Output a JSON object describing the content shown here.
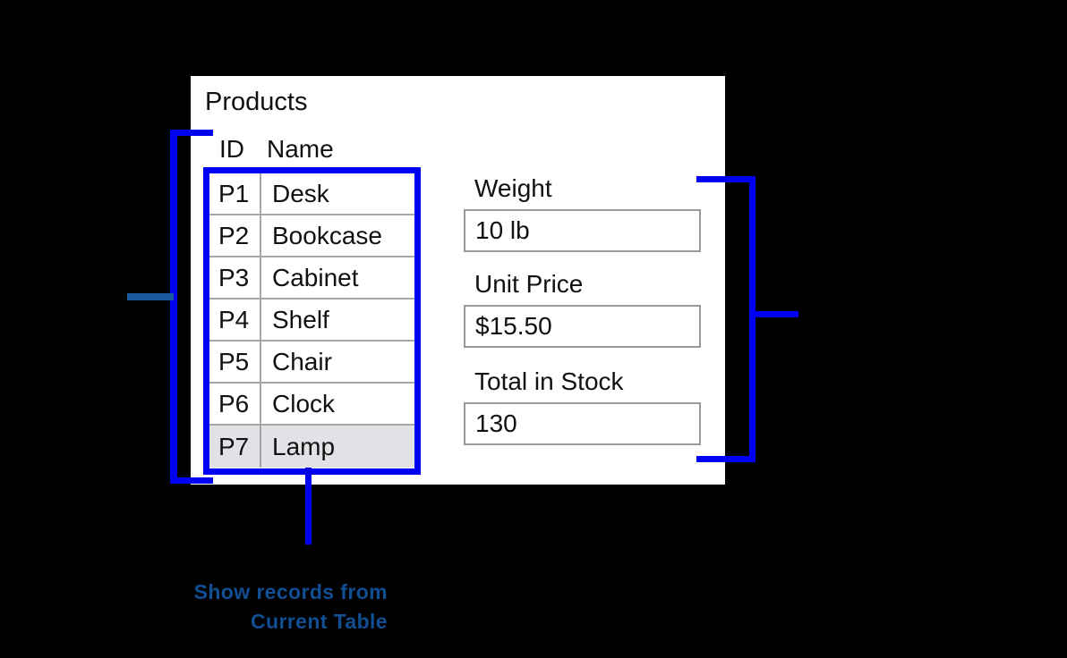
{
  "window": {
    "title": "Products"
  },
  "table": {
    "headers": [
      "ID",
      "Name"
    ],
    "rows": [
      {
        "id": "P1",
        "name": "Desk",
        "state": "normal"
      },
      {
        "id": "P2",
        "name": "Bookcase",
        "state": "normal"
      },
      {
        "id": "P3",
        "name": "Cabinet",
        "state": "normal"
      },
      {
        "id": "P4",
        "name": "Shelf",
        "state": "normal"
      },
      {
        "id": "P5",
        "name": "Chair",
        "state": "normal"
      },
      {
        "id": "P6",
        "name": "Clock",
        "state": "normal"
      },
      {
        "id": "P7",
        "name": "Lamp",
        "state": "selected"
      }
    ]
  },
  "fields": [
    {
      "label": "Weight",
      "value": "10 lb"
    },
    {
      "label": "Unit Price",
      "value": "$15.50"
    },
    {
      "label": "Total in Stock",
      "value": "130"
    }
  ],
  "annotation": {
    "line1": "Show records from",
    "line2": "Current Table"
  },
  "colors": {
    "background": "#000000",
    "panel": "#ffffff",
    "bracket_blue": "#0000f2",
    "tick_dark_blue": "#1c5a9e",
    "annotation_text": "#114e92",
    "selected_row_background": "#e3e0e6",
    "table_gridline": "#a6a6a6",
    "field_border": "#999999"
  }
}
